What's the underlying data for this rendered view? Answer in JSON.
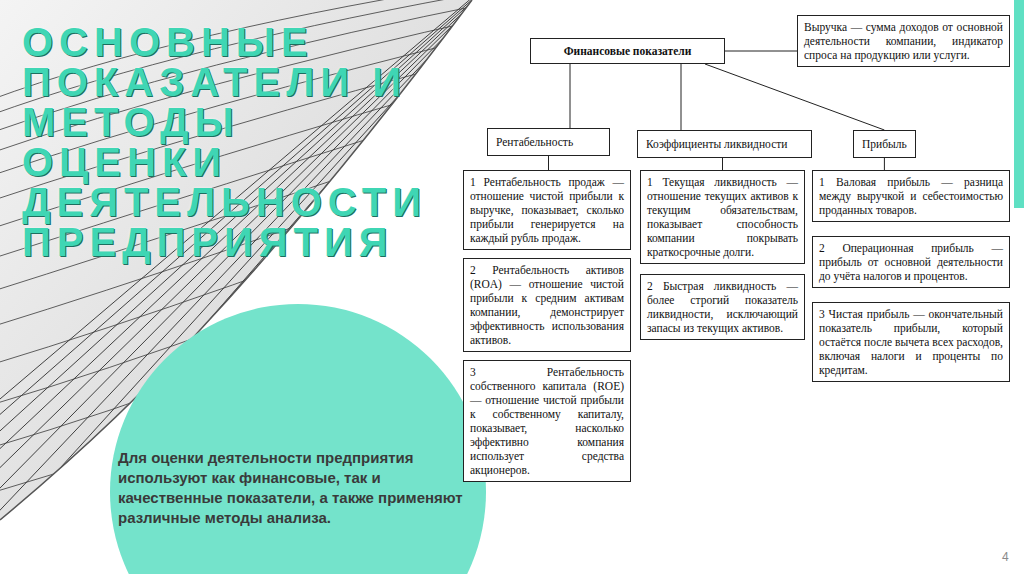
{
  "diagram": {
    "title": "ОСНОВНЫЕ ПОКАЗАТЕЛИ И МЕТОДЫ ОЦЕНКИ ДЕЯТЕЛЬНОСТИ ПРЕДПРИЯТИЯ",
    "caption": "Для оценки деятельности предприятия используют как финансовые, так и качественные показатели, а также применяют различные методы анализа.",
    "nodes": [
      {
        "text": [
          "Финансовые показатели"
        ]
      },
      {
        "text": [
          "Выручка — сумма доходов от основной деятельности компании, индикатор спроса на продукцию или услуги."
        ]
      },
      {
        "text": [
          "Рентабельность"
        ]
      },
      {
        "text": [
          "Коэффициенты ликвидности"
        ]
      },
      {
        "text": [
          "Прибыль"
        ]
      },
      {
        "text": [
          "1 Рентабельность продаж — отношение чистой прибыли к выручке, показывает, сколько прибыли генерируется на каждый рубль продаж."
        ]
      },
      {
        "text": [
          "2 Рентабельность активов (ROA) — отношение чистой прибыли к средним активам компании, демонстрирует эффективность использования активов."
        ]
      },
      {
        "text": [
          "3 Рентабельность собственного капитала (ROE) — отношение чистой прибыли к собственному капиталу, показывает, насколько эффективно компания использует средства акционеров."
        ]
      },
      {
        "text": [
          "1 Текущая ликвидность — отношение текущих активов к текущим обязательствам, показывает способность компании покрывать краткосрочные долги."
        ]
      },
      {
        "text": [
          "2 Быстрая ликвидность — более строгий показатель ликвидности, исключающий запасы из текущих активов."
        ]
      },
      {
        "text": [
          "1 Валовая прибыль — разница между выручкой и себестоимостью проданных товаров."
        ]
      },
      {
        "text": [
          "2 Операционная прибыль — прибыль от основной деятельности до учёта налогов и процентов."
        ]
      },
      {
        "text": [
          "3 Чистая прибыль — окончательный показатель прибыли, который остаётся после вычета всех расходов, включая налоги и проценты по кредитам."
        ]
      }
    ],
    "edges": [
      {
        "from": 0,
        "to": 1,
        "arrow": "none"
      },
      {
        "from": 0,
        "to": 2,
        "arrow": "none"
      },
      {
        "from": 0,
        "to": 3,
        "arrow": "none"
      },
      {
        "from": 0,
        "to": 4,
        "arrow": "none"
      },
      {
        "from": 2,
        "to": 5,
        "arrow": "none"
      },
      {
        "from": 3,
        "to": 8,
        "arrow": "none"
      },
      {
        "from": 4,
        "to": 10,
        "arrow": "none"
      }
    ],
    "labels": [
      "4"
    ]
  }
}
